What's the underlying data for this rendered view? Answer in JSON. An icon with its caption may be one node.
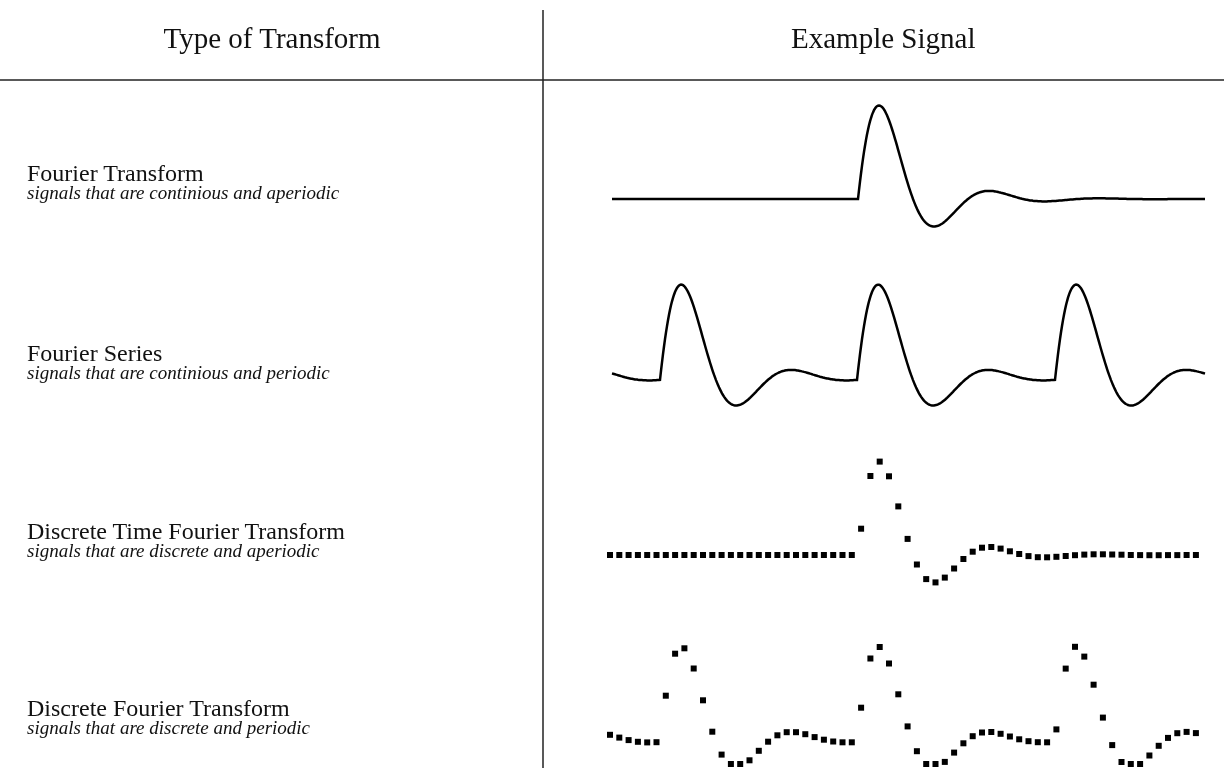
{
  "diagram": {
    "labels": [
      "Type of Transform",
      "Example Signal",
      "Fourier Transform",
      "signals that are continious and aperiodic",
      "Fourier Series",
      "signals that are continious and periodic",
      "Discrete Time Fourier Transform",
      "signals that are discrete and aperiodic",
      "Discrete Fourier Transform",
      "signals that are discrete and periodic"
    ]
  }
}
